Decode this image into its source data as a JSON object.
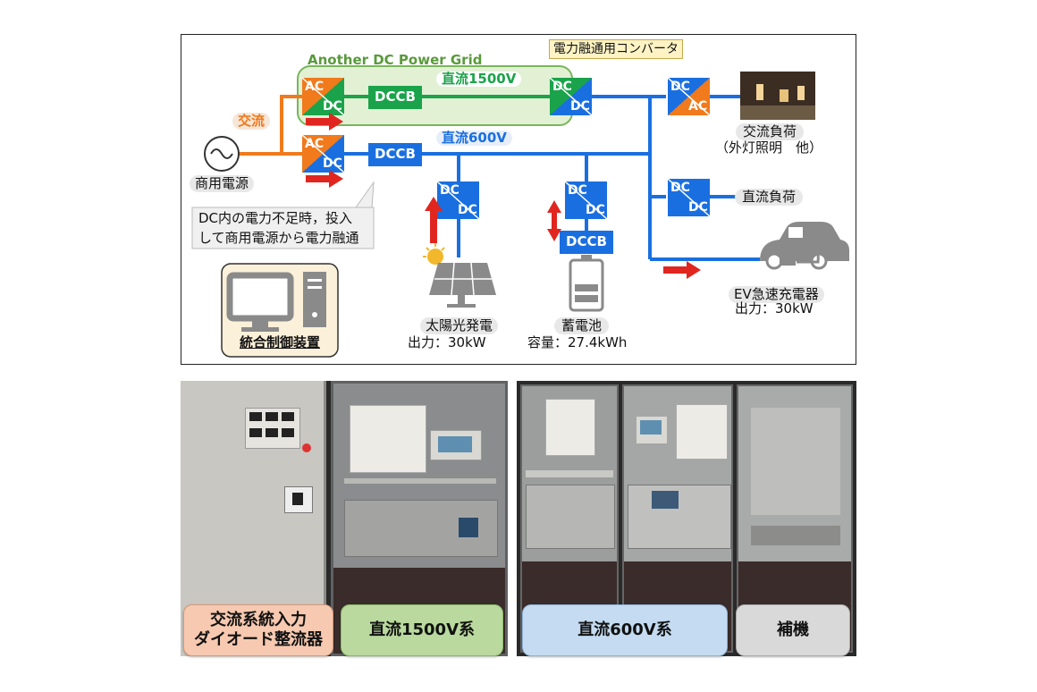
{
  "diagram": {
    "grid_title": "Another DC Power Grid",
    "converter_note": "電力融通用コンバータ",
    "dc1500_label": "直流1500V",
    "dc600_label": "直流600V",
    "ac_label": "交流",
    "utility_label": "商用電源",
    "dccb": "DCCB",
    "ac": "AC",
    "dc": "DC",
    "ac_load": "交流負荷",
    "ac_load_note": "（外灯照明　他）",
    "dc_load": "直流負荷",
    "ev_charger": "EV急速充電器",
    "ev_output": "出力：30kW",
    "solar": "太陽光発電",
    "solar_output": "出力：30kW",
    "battery": "蓄電池",
    "battery_capacity": "容量：27.4kWh",
    "callout_line1": "DC内の電力不足時，投入",
    "callout_line2": "して商用電源から電力融通",
    "controller": "統合制御装置"
  },
  "photos": {
    "left_captions": [
      "交流系統入力\nダイオード整流器",
      "直流1500V系"
    ],
    "right_captions": [
      "直流600V系",
      "補機"
    ]
  },
  "colors": {
    "dc_blue": "#1a6fe0",
    "ac_orange": "#f07a1c",
    "dccb_green": "#1aa34a",
    "grid_green_fill": "#e2f0d4",
    "grid_green_border": "#7ab55c",
    "arrow_red": "#e0261f"
  }
}
